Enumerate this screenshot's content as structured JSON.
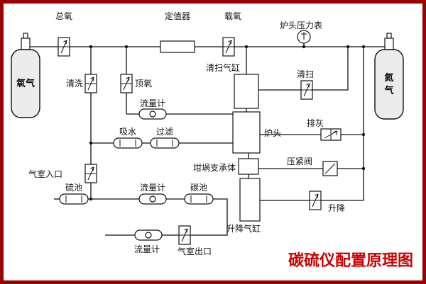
{
  "frame": {
    "border_color": "#990000",
    "background": "#ffffff"
  },
  "title": {
    "text": "碳硫仪配置原理图",
    "color": "#cc0000"
  },
  "labels": {
    "total_oxygen": "总氧",
    "regulator": "定值器",
    "carrier_oxygen": "载氧",
    "furnace_pressure_gauge": "炉头压力表",
    "oxygen_cylinder": "氧气",
    "nitrogen_cylinder": "氮气",
    "purge": "清洗",
    "top_oxygen": "顶氧",
    "sweep_cylinder": "清扫气缸",
    "sweep": "清扫",
    "flow_meter_top": "流量计",
    "water_absorber": "吸水",
    "filter": "过滤",
    "furnace_head": "炉头",
    "ash_discharge": "排灰",
    "compression_valve": "压紧阀",
    "chamber_inlet": "气室入口",
    "crucible_support": "坩埚支承体",
    "sulfur_cell": "硫池",
    "flow_meter_mid": "流量计",
    "carbon_cell": "碳池",
    "lift": "升降",
    "lift_cylinder": "升降气缸",
    "flow_meter_bottom": "流量计",
    "chamber_outlet": "气室出口"
  }
}
